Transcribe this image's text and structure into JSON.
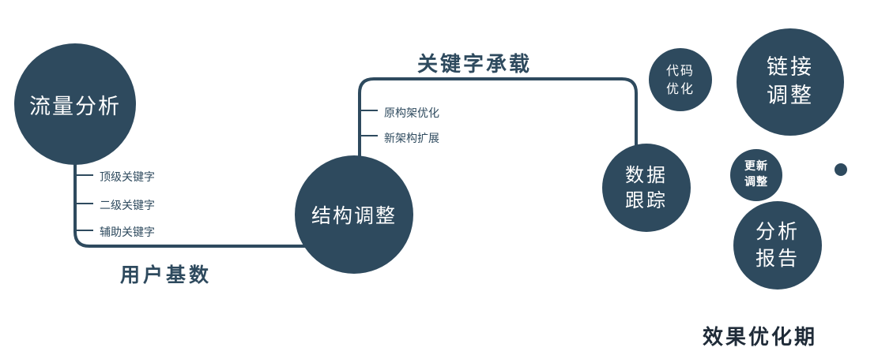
{
  "colors": {
    "primary": "#2e4a5e",
    "node_text": "#ffffff",
    "label_text": "#2e4a5e",
    "footer_text": "#1f2b38"
  },
  "nodes": {
    "traffic": {
      "label": "流量分析"
    },
    "structure": {
      "label": "结构调整"
    },
    "data_tracking": {
      "line1": "数据",
      "line2": "跟踪"
    },
    "code_opt": {
      "line1": "代码",
      "line2": "优化"
    },
    "link_adjust": {
      "line1": "链接",
      "line2": "调整"
    },
    "update_adjust": {
      "line1": "更新",
      "line2": "调整"
    },
    "analysis_report": {
      "line1": "分析",
      "line2": "报告"
    }
  },
  "edge_labels": {
    "user_base": "用户基数",
    "keyword_carry": "关键字承载"
  },
  "branch_labels": {
    "traffic": [
      "顶级关键字",
      "二级关键字",
      "辅助关键字"
    ],
    "structure": [
      "原构架优化",
      "新架构扩展"
    ]
  },
  "footer": {
    "label": "效果优化期"
  }
}
